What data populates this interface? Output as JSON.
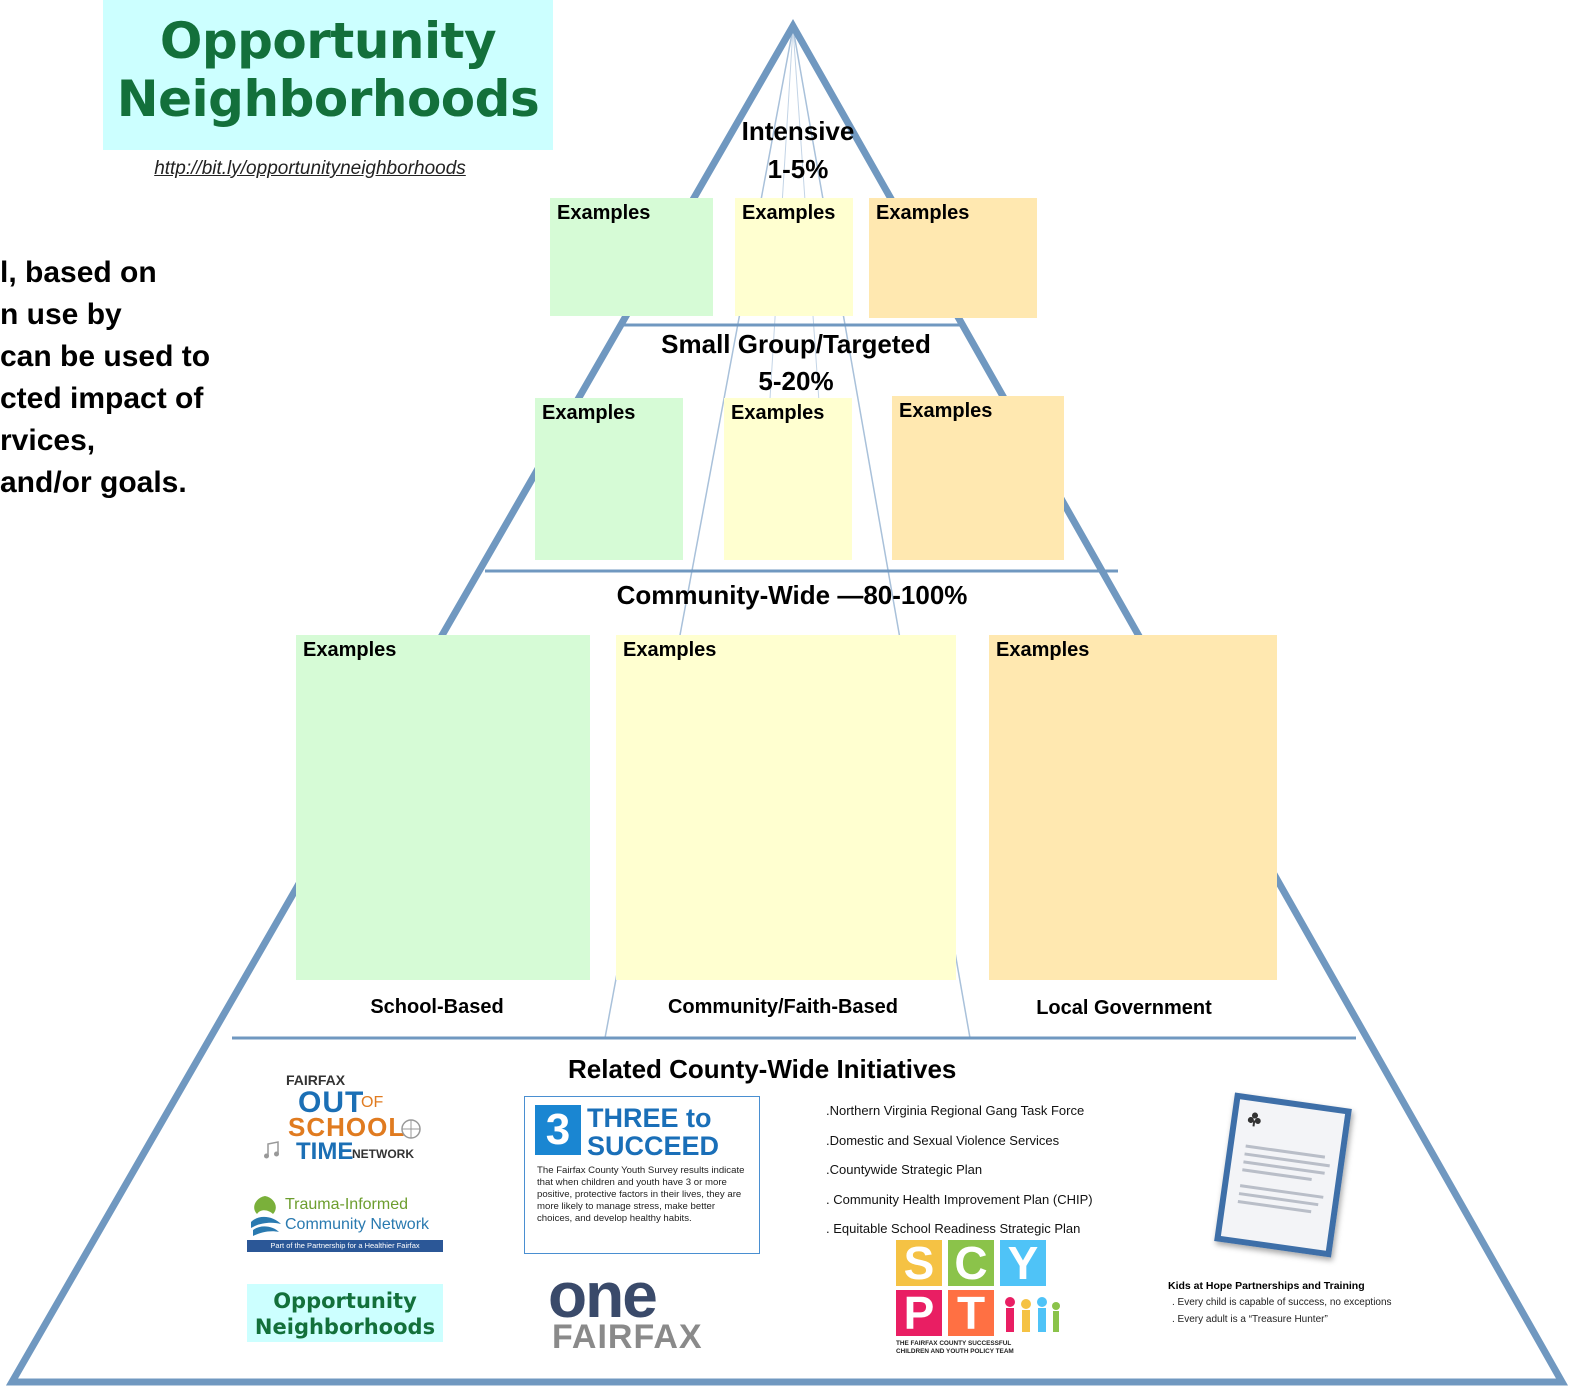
{
  "logo": {
    "line1": "Opportunity",
    "line2": "Neighborhoods",
    "url": "http://bit.ly/opportunityneighborhoods"
  },
  "left_text": [
    "l, based on",
    "n use by",
    "can be used to",
    "cted impact of",
    "rvices,",
    "and/or goals."
  ],
  "tiers": {
    "intensive": {
      "title": "Intensive",
      "percent": "1-5%"
    },
    "small_group": {
      "title": "Small Group/Targeted",
      "percent": "5-20%"
    },
    "community": {
      "title": "Community-Wide —80-100%"
    }
  },
  "examples_label": "Examples",
  "columns": {
    "school": "School-Based",
    "community": "Community/Faith-Based",
    "government": "Local Government"
  },
  "initiatives": {
    "title": "Related County-Wide Initiatives",
    "list": [
      ".Northern Virginia Regional Gang Task Force",
      ".Domestic and Sexual Violence Services",
      ".Countywide Strategic Plan",
      ". Community Health Improvement Plan (CHIP)",
      ". Equitable School Readiness Strategic Plan"
    ],
    "oost": {
      "fairfax": "FAIRFAX",
      "out": "OUT",
      "of": "OF",
      "school": "SCHOOL",
      "time": "TIME",
      "network": "NETWORK"
    },
    "trauma": {
      "line1": "Trauma-Informed",
      "line2": "Community Network",
      "bar": "Part of the Partnership for a Healthier Fairfax"
    },
    "small_logo": {
      "line1": "Opportunity",
      "line2": "Neighborhoods"
    },
    "three": {
      "badge": "3",
      "line1": "THREE to",
      "line2": "SUCCEED",
      "body": "The Fairfax County Youth Survey results indicate that when children and youth have 3 or more positive, protective factors in their lives, they are more likely to manage stress, make better choices, and develop healthy habits."
    },
    "one_fairfax": {
      "word": "one",
      "fairfax": "FAIRFAX"
    },
    "scypt": {
      "s": "S",
      "c": "C",
      "y": "Y",
      "p": "P",
      "t": "T",
      "caption1": "THE FAIRFAX COUNTY SUCCESSFUL",
      "caption2": "CHILDREN AND YOUTH POLICY TEAM"
    },
    "kids": {
      "title": "Kids at Hope Partnerships and Training",
      "b1": ". Every child is capable of success, no exceptions",
      "b2": ". Every adult is a “Treasure Hunter”"
    }
  },
  "colors": {
    "pyramid_stroke": "#7098c0",
    "green": "#d6fbd6",
    "yellow": "#ffffd0",
    "orange": "#ffe8b0",
    "logo_bg": "#ccffff",
    "logo_text": "#13703b"
  }
}
